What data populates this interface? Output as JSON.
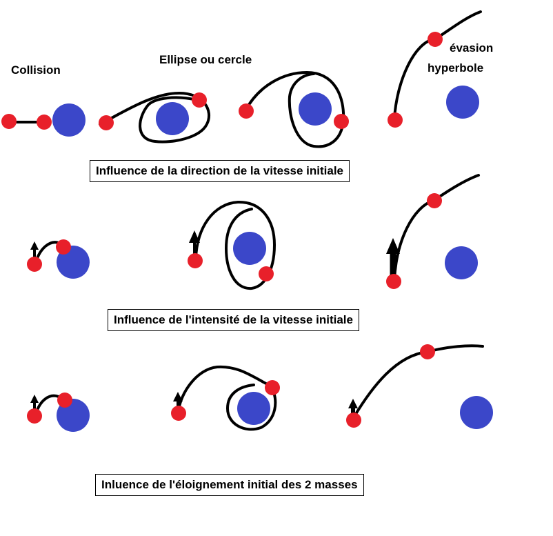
{
  "labels": {
    "collision": "Collision",
    "ellipse": "Ellipse ou cercle",
    "evasion": "évasion",
    "hyperbole": "hyperbole"
  },
  "captions": {
    "direction": "Influence de la direction de la vitesse initiale",
    "intensite": "Influence de l'intensité de la vitesse initiale",
    "eloignement": "Inluence de l'éloignement initial des 2 masses"
  },
  "colors": {
    "planet": "#3b47c9",
    "particle": "#e8202a",
    "path": "#000000"
  }
}
